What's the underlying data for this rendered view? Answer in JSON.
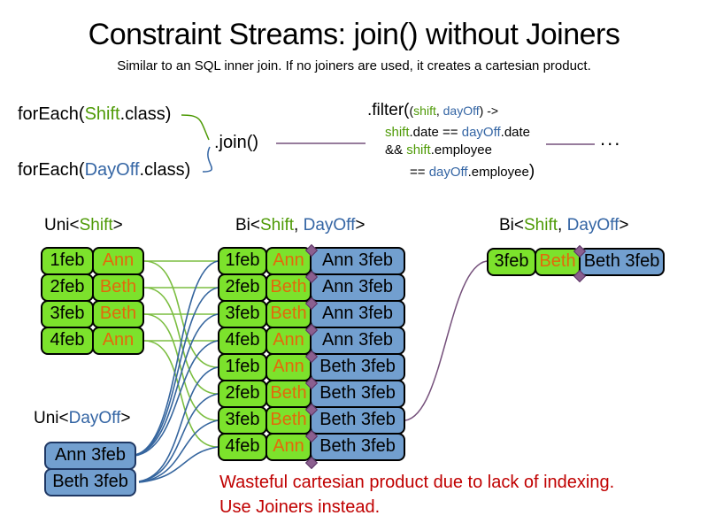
{
  "title": "Constraint Streams: join() without Joiners",
  "subtitle": "Similar to an SQL inner join. If no joiners are used, it creates a cartesian product.",
  "code": {
    "foreach_shift": {
      "prefix": "forEach(",
      "cls": "Shift",
      "suffix": ".class)"
    },
    "foreach_dayoff": {
      "prefix": "forEach(",
      "cls": "DayOff",
      "suffix": ".class)"
    },
    "join": ".join()",
    "filter": {
      "method": ".filter(",
      "args_open": "(",
      "arg1": "shift",
      "args_sep": ", ",
      "arg2": "dayOff",
      "args_close": ") ->",
      "l2_a": "shift",
      "l2_b": ".date == ",
      "l2_c": "dayOff",
      "l2_d": ".date",
      "l3_a": "&& ",
      "l3_b": "shift",
      "l3_c": ".employee",
      "l4_a": "== ",
      "l4_b": "dayOff",
      "l4_c": ".employee",
      "l4_close": ")"
    },
    "ellipsis": "..."
  },
  "headers": {
    "uni_shift": {
      "pre": "Uni<",
      "name": "Shift",
      "post": ">"
    },
    "bi_mid": {
      "pre": "Bi<",
      "a": "Shift",
      "sep": ", ",
      "b": "DayOff",
      "post": ">"
    },
    "bi_right": {
      "pre": "Bi<",
      "a": "Shift",
      "sep": ", ",
      "b": "DayOff",
      "post": ">"
    },
    "uni_dayoff": {
      "pre": "Uni<",
      "name": "DayOff",
      "post": ">"
    }
  },
  "shift_table": {
    "rows": [
      {
        "date": "1feb",
        "name": "Ann"
      },
      {
        "date": "2feb",
        "name": "Beth"
      },
      {
        "date": "3feb",
        "name": "Beth"
      },
      {
        "date": "4feb",
        "name": "Ann"
      }
    ]
  },
  "dayoff_table": {
    "rows": [
      {
        "label": "Ann 3feb"
      },
      {
        "label": "Beth 3feb"
      }
    ]
  },
  "cartesian_table": {
    "rows": [
      {
        "date": "1feb",
        "name": "Ann",
        "dayoff": "Ann 3feb"
      },
      {
        "date": "2feb",
        "name": "Beth",
        "dayoff": "Ann 3feb"
      },
      {
        "date": "3feb",
        "name": "Beth",
        "dayoff": "Ann 3feb"
      },
      {
        "date": "4feb",
        "name": "Ann",
        "dayoff": "Ann 3feb"
      },
      {
        "date": "1feb",
        "name": "Ann",
        "dayoff": "Beth 3feb"
      },
      {
        "date": "2feb",
        "name": "Beth",
        "dayoff": "Beth 3feb"
      },
      {
        "date": "3feb",
        "name": "Beth",
        "dayoff": "Beth 3feb"
      },
      {
        "date": "4feb",
        "name": "Ann",
        "dayoff": "Beth 3feb"
      }
    ]
  },
  "result_table": {
    "rows": [
      {
        "date": "3feb",
        "name": "Beth",
        "dayoff": "Beth 3feb"
      }
    ]
  },
  "warning": {
    "line1": "Wasteful cartesian product due to lack of indexing.",
    "line2": "Use Joiners instead."
  },
  "colors": {
    "shift_green_text": "#4E9A06",
    "dayoff_blue_text": "#3465A4",
    "green_fill": "#7CE22C",
    "blue_fill": "#729FCF",
    "orange_text": "#E3690B",
    "purple_line": "#75507B",
    "warning_red": "#C00000",
    "green_line": "#7CBE41",
    "blue_line": "#35659E"
  }
}
